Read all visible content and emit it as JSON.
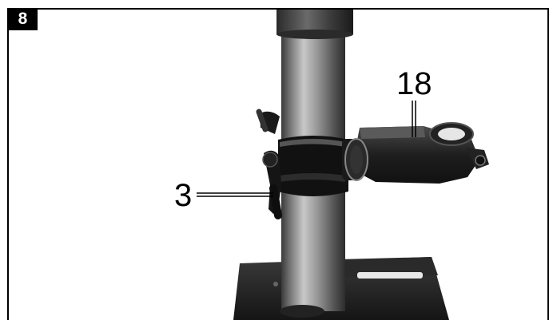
{
  "figure": {
    "number": "8",
    "callouts": {
      "carriage": "18",
      "handle": "3"
    }
  }
}
